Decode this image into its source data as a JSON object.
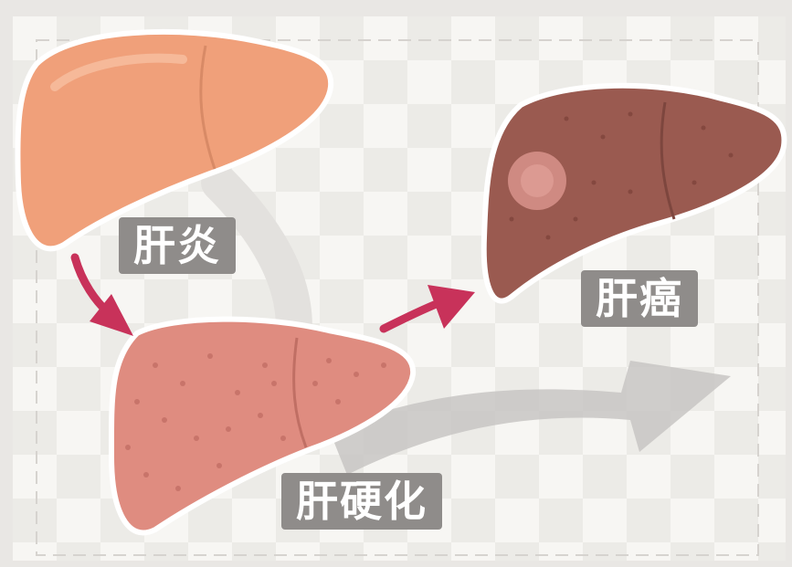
{
  "stages": [
    {
      "label": "肝炎",
      "color": "#f0a07a"
    },
    {
      "label": "肝硬化",
      "color": "#df8c80"
    },
    {
      "label": "肝癌",
      "color": "#9a5a50"
    }
  ],
  "colors": {
    "arrow_red": "#c8325a",
    "big_arrow_gray": "#c8c6c3",
    "label_bg": "#8f8c8a",
    "tumor_spot": "#cf8a82"
  }
}
